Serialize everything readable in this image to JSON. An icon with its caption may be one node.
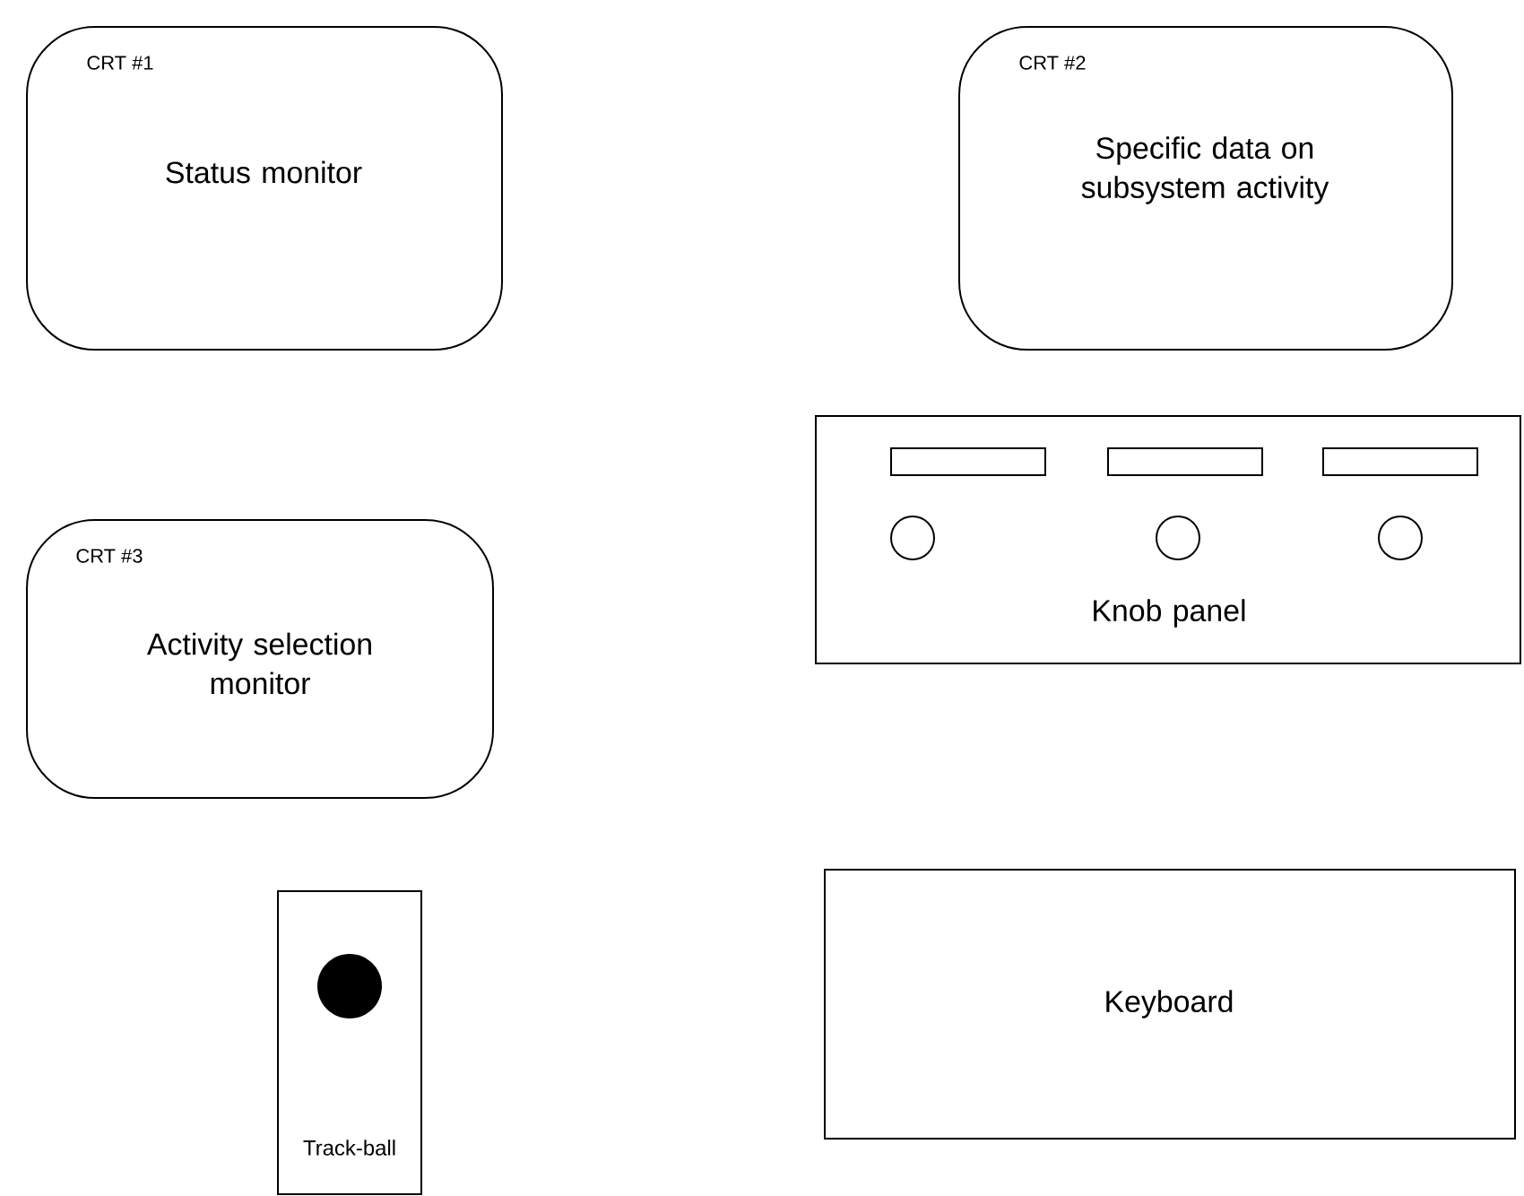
{
  "diagram": {
    "nodes": [
      {
        "text": [
          "CRT #1",
          "Status monitor"
        ]
      },
      {
        "text": [
          "CRT #2",
          "Specific data on subsystem activity"
        ]
      },
      {
        "text": [
          "CRT #3",
          "Activity selection monitor"
        ]
      },
      {
        "text": [
          "Knob panel"
        ]
      },
      {
        "text": [
          "Track-ball"
        ]
      },
      {
        "text": [
          "Keyboard"
        ]
      }
    ]
  }
}
